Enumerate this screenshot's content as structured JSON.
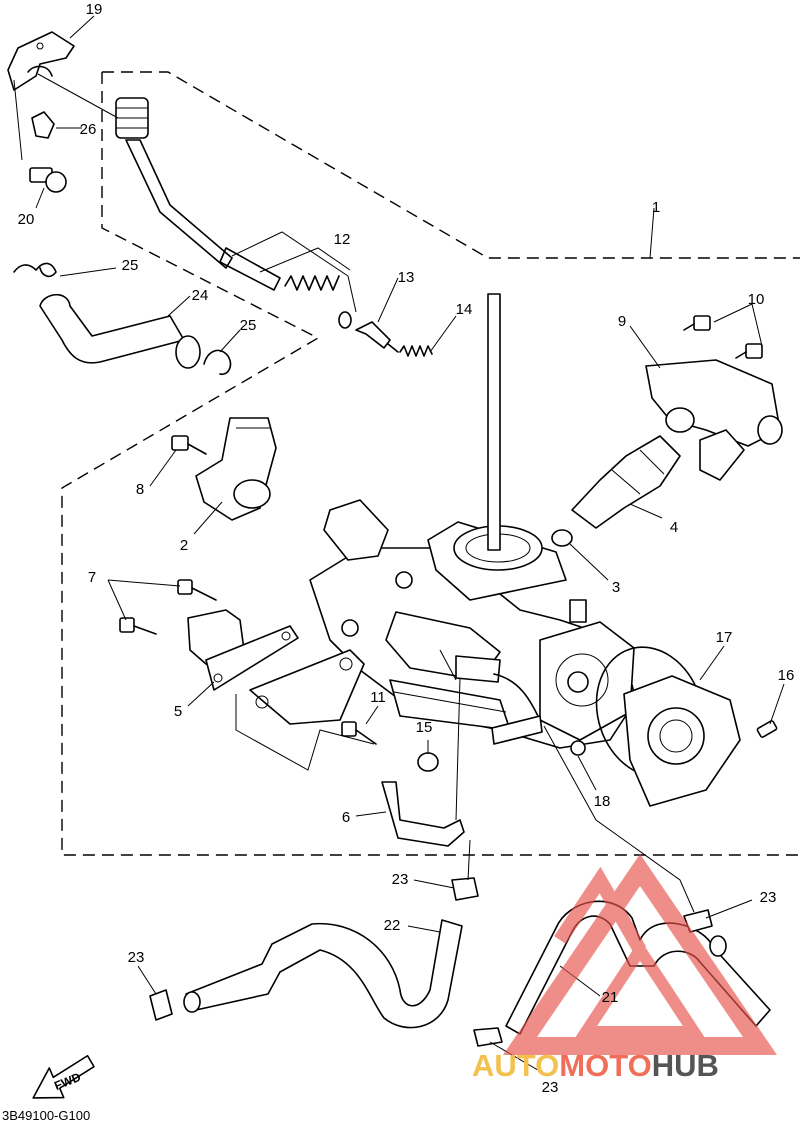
{
  "callouts": {
    "c1": "1",
    "c2": "2",
    "c3": "3",
    "c4": "4",
    "c5": "5",
    "c6": "6",
    "c7": "7",
    "c8": "8",
    "c9": "9",
    "c10": "10",
    "c11": "11",
    "c12": "12",
    "c13": "13",
    "c14": "14",
    "c15": "15",
    "c16": "16",
    "c17": "17",
    "c18": "18",
    "c19": "19",
    "c20": "20",
    "c21": "21",
    "c22": "22",
    "c23a": "23",
    "c23b": "23",
    "c23c": "23",
    "c23d": "23",
    "c24": "24",
    "c25a": "25",
    "c25b": "25",
    "c26": "26"
  },
  "direction_label": "FWD",
  "drawing_code": "3B49100-G100",
  "watermark": {
    "part1": "AUTO",
    "part2": "MOTO",
    "part3": "HUB",
    "color_auto": "#f2c14e",
    "color_moto": "#f06f5a",
    "color_hub": "#555555",
    "logo_color": "#e8524a"
  }
}
